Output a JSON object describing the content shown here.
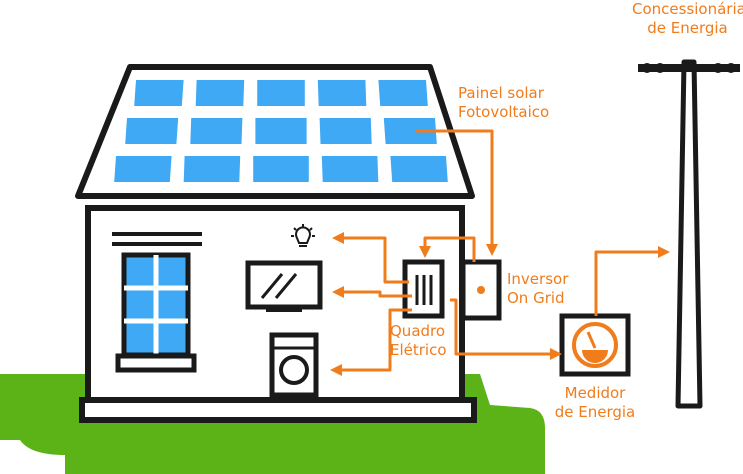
{
  "labels": {
    "utility": [
      "Concessionária",
      "de Energia"
    ],
    "solar_panel": [
      "Painel solar",
      "Fotovoltaico"
    ],
    "inverter": [
      "Inversor",
      "On Grid"
    ],
    "panel_board": [
      "Quadro",
      "Elétrico"
    ],
    "meter": [
      "Medidor",
      "de Energia"
    ]
  },
  "colors": {
    "accent": "#f07c1c",
    "solar_cell": "#3fa9f5",
    "grass": "#5bb318",
    "outline": "#1a1a1a",
    "window_glass": "#3fa9f5"
  },
  "icons": [
    "lamp-icon",
    "tv-icon",
    "washing-machine-icon",
    "meter-gauge-icon",
    "inverter-icon",
    "electrical-panel-icon",
    "utility-pole-icon"
  ]
}
